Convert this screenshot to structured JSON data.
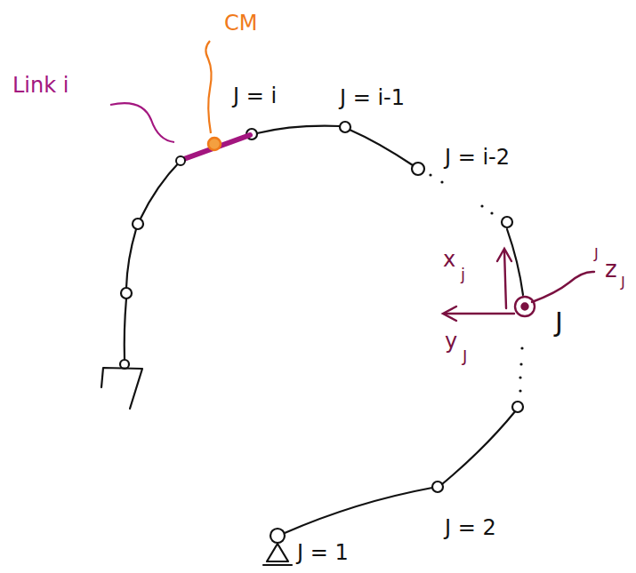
{
  "diagram": {
    "labels": [
      "Link i",
      "CM",
      "J = i",
      "J = i-1",
      "J = i-2",
      "x",
      "j",
      "y",
      "J",
      "J",
      "z",
      "J",
      "J",
      "J = 2",
      "J = 1"
    ]
  }
}
